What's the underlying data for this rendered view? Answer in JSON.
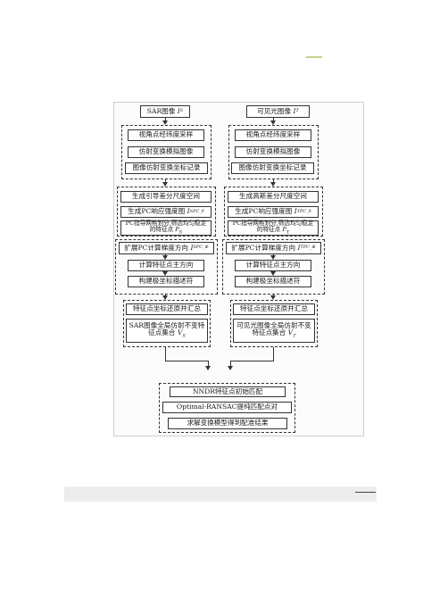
{
  "diagram": {
    "left": {
      "input_text": "SAR图像",
      "input_var": "I",
      "input_sub": "S",
      "g1": [
        "视角点经纬度采样",
        "仿射变换模拟图像",
        "图像仿射变换坐标记录"
      ],
      "g2_a": "生成引导差分尺度空间",
      "g2_b_text": "生成PC响应强度图",
      "g2_b_var": "I",
      "g2_b_sub": "SPC_δ",
      "g2_c": "PC指导网格划分,筛选均匀稳定的特征点",
      "g2_c_var": "P",
      "g2_c_sub": "S",
      "g3_a_text": "扩展PC计算梯度方向",
      "g3_a_var": "I",
      "g3_a_sub": "SPC_Φ",
      "g3_b": "计算特征点主方向",
      "g3_c": "构建极坐标描述符",
      "g4_a": "特征点坐标还原并汇总",
      "g4_b": "SAR图像全局仿射不变特征点集合",
      "g4_b_var": "V",
      "g4_b_sub": "S"
    },
    "right": {
      "input_text": "可见光图像",
      "input_var": "I",
      "input_sub": "T",
      "g1": [
        "视角点经纬度采样",
        "仿射变换模拟图像",
        "图像仿射变换坐标记录"
      ],
      "g2_a": "生成高斯差分尺度空间",
      "g2_b_text": "生成PC响应强度图",
      "g2_b_var": "I",
      "g2_b_sub": "TPC_δ",
      "g2_c": "PC指导网格划分,筛选均匀稳定的特征点",
      "g2_c_var": "P",
      "g2_c_sub": "T",
      "g3_a_text": "扩展PC计算梯度方向",
      "g3_a_var": "I",
      "g3_a_sub": "TPC_Φ",
      "g3_b": "计算特征点主方向",
      "g3_c": "构建极坐标描述符",
      "g4_a": "特征点坐标还原并汇总",
      "g4_b": "可见光图像全局仿射不变特征点集合",
      "g4_b_var": "V",
      "g4_b_sub": "T"
    },
    "final": [
      "NNDR特征点初始匹配",
      "Optimal-RANSAC提纯匹配点对",
      "求解变换模型得到配准结果"
    ]
  },
  "colors": {
    "accent": "#c9cf8a",
    "footer_band": "#ededed",
    "stroke": "#333333"
  }
}
